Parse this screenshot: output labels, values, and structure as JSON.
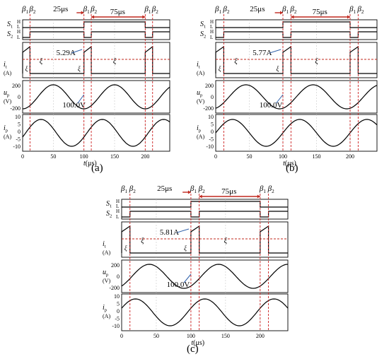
{
  "panels": [
    {
      "id": "a",
      "caption": "(a)",
      "top": {
        "beta_labels": [
          [
            "β",
            "1"
          ],
          [
            "β",
            "2"
          ],
          [
            "β",
            "1"
          ],
          [
            "β",
            "2"
          ],
          [
            "β",
            "1"
          ],
          [
            "β",
            "2"
          ]
        ],
        "left_time": "25μs",
        "right_time": "75μs"
      },
      "switch": {
        "s1": [
          "S",
          "1"
        ],
        "s2": [
          "S",
          "2"
        ],
        "H": "H",
        "L": "L"
      },
      "current": {
        "ylabel_main": "i",
        "ylabel_sub": "t",
        "ylabel_unit": "(A)",
        "peak_label": "5.29A",
        "xi1": [
          "ξ",
          "1"
        ],
        "xi2": [
          "ξ",
          "2"
        ]
      },
      "voltage": {
        "ylabel_main": "u",
        "ylabel_sub": "p",
        "ylabel_unit": "(V)",
        "annot": "100.0V",
        "ticks": [
          "200",
          "0",
          "-200"
        ]
      },
      "ip": {
        "ylabel_main": "i",
        "ylabel_sub": "p",
        "ylabel_unit": "(A)",
        "ticks": [
          "10",
          "5",
          "0",
          "-5",
          "-10"
        ]
      },
      "xaxis": {
        "ticks": [
          "0",
          "50",
          "100",
          "150",
          "200"
        ],
        "label": "t(μs)"
      }
    },
    {
      "id": "b",
      "caption": "(b)",
      "top": {
        "beta_labels": [
          [
            "β",
            "1"
          ],
          [
            "β",
            "2"
          ],
          [
            "β",
            "1"
          ],
          [
            "β",
            "2"
          ],
          [
            "β",
            "1"
          ],
          [
            "β",
            "2"
          ]
        ],
        "left_time": "25μs",
        "right_time": "75μs"
      },
      "switch": {
        "s1": [
          "S",
          "1"
        ],
        "s2": [
          "S",
          "2"
        ],
        "H": "H",
        "L": "L"
      },
      "current": {
        "ylabel_main": "i",
        "ylabel_sub": "t",
        "ylabel_unit": "(A)",
        "peak_label": "5.77A",
        "xi1": [
          "ξ",
          "1"
        ],
        "xi2": [
          "ξ",
          "2"
        ]
      },
      "voltage": {
        "ylabel_main": "u",
        "ylabel_sub": "p",
        "ylabel_unit": "(V)",
        "annot": "100.0V",
        "ticks": [
          "200",
          "0",
          "-200"
        ]
      },
      "ip": {
        "ylabel_main": "i",
        "ylabel_sub": "p",
        "ylabel_unit": "(A)",
        "ticks": [
          "10",
          "5",
          "0",
          "-5",
          "-10"
        ]
      },
      "xaxis": {
        "ticks": [
          "0",
          "50",
          "100",
          "150",
          "200"
        ],
        "label": "t(μs)"
      }
    },
    {
      "id": "c",
      "caption": "(c)",
      "top": {
        "beta_labels": [
          [
            "β",
            "1"
          ],
          [
            "β",
            "2"
          ],
          [
            "β",
            "1"
          ],
          [
            "β",
            "2"
          ],
          [
            "β",
            "1"
          ],
          [
            "β",
            "2"
          ]
        ],
        "left_time": "25μs",
        "right_time": "75μs"
      },
      "switch": {
        "s1": [
          "S",
          "1"
        ],
        "s2": [
          "S",
          "2"
        ],
        "H": "H",
        "L": "L"
      },
      "current": {
        "ylabel_main": "i",
        "ylabel_sub": "t",
        "ylabel_unit": "(A)",
        "peak_label": "5.81A",
        "xi1": [
          "ξ",
          "1"
        ],
        "xi2": [
          "ξ",
          "2"
        ]
      },
      "voltage": {
        "ylabel_main": "u",
        "ylabel_sub": "p",
        "ylabel_unit": "(V)",
        "annot": "100.0V",
        "ticks": [
          "200",
          "0",
          "-200"
        ]
      },
      "ip": {
        "ylabel_main": "i",
        "ylabel_sub": "p",
        "ylabel_unit": "(A)",
        "ticks": [
          "10",
          "5",
          "0",
          "-5",
          "-10"
        ]
      },
      "xaxis": {
        "ticks": [
          "0",
          "50",
          "100",
          "150",
          "200"
        ],
        "label": "t(μs)"
      }
    }
  ],
  "colors": {
    "trace": "#000000",
    "guide": "#cc1f1f",
    "arrow": "#c0281e",
    "annot_line": "#2e5fa8",
    "grid": "#c8c8c8"
  }
}
